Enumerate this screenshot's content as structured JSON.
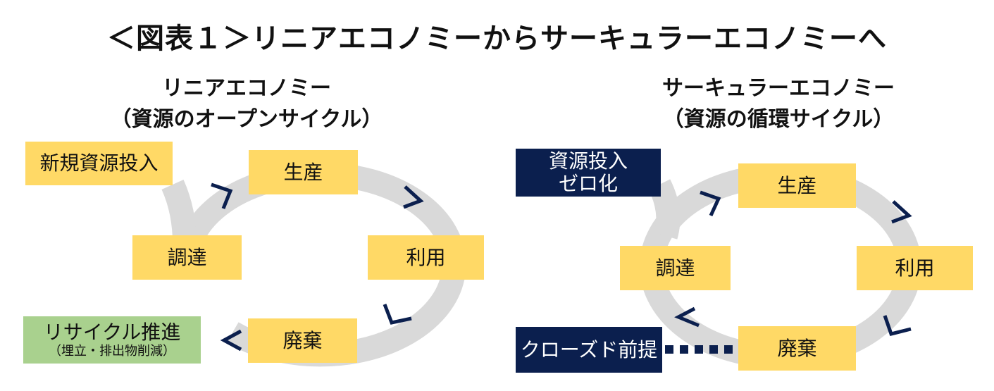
{
  "title": "＜図表１＞リニアエコノミーからサーキュラーエコノミーへ",
  "linear": {
    "heading_line1": "リニアエコノミー",
    "heading_line2": "（資源のオープンサイクル）",
    "input": "新規資源投入",
    "production": "生産",
    "use": "利用",
    "disposal": "廃棄",
    "procurement": "調達",
    "recycle": "リサイクル推進",
    "recycle_note": "（埋立・排出物削減）"
  },
  "circular": {
    "heading_line1": "サーキュラーエコノミー",
    "heading_line2": "（資源の循環サイクル）",
    "input_line1": "資源投入",
    "input_line2": "ゼロ化",
    "production": "生産",
    "use": "利用",
    "disposal": "廃棄",
    "procurement": "調達",
    "closed": "クローズド前提"
  },
  "colors": {
    "box_yellow": "#ffd966",
    "box_navy": "#0b1f4e",
    "box_green": "#a9d18e",
    "ring_gray": "#d9d9d9",
    "arrow_navy": "#0b1f4e"
  }
}
